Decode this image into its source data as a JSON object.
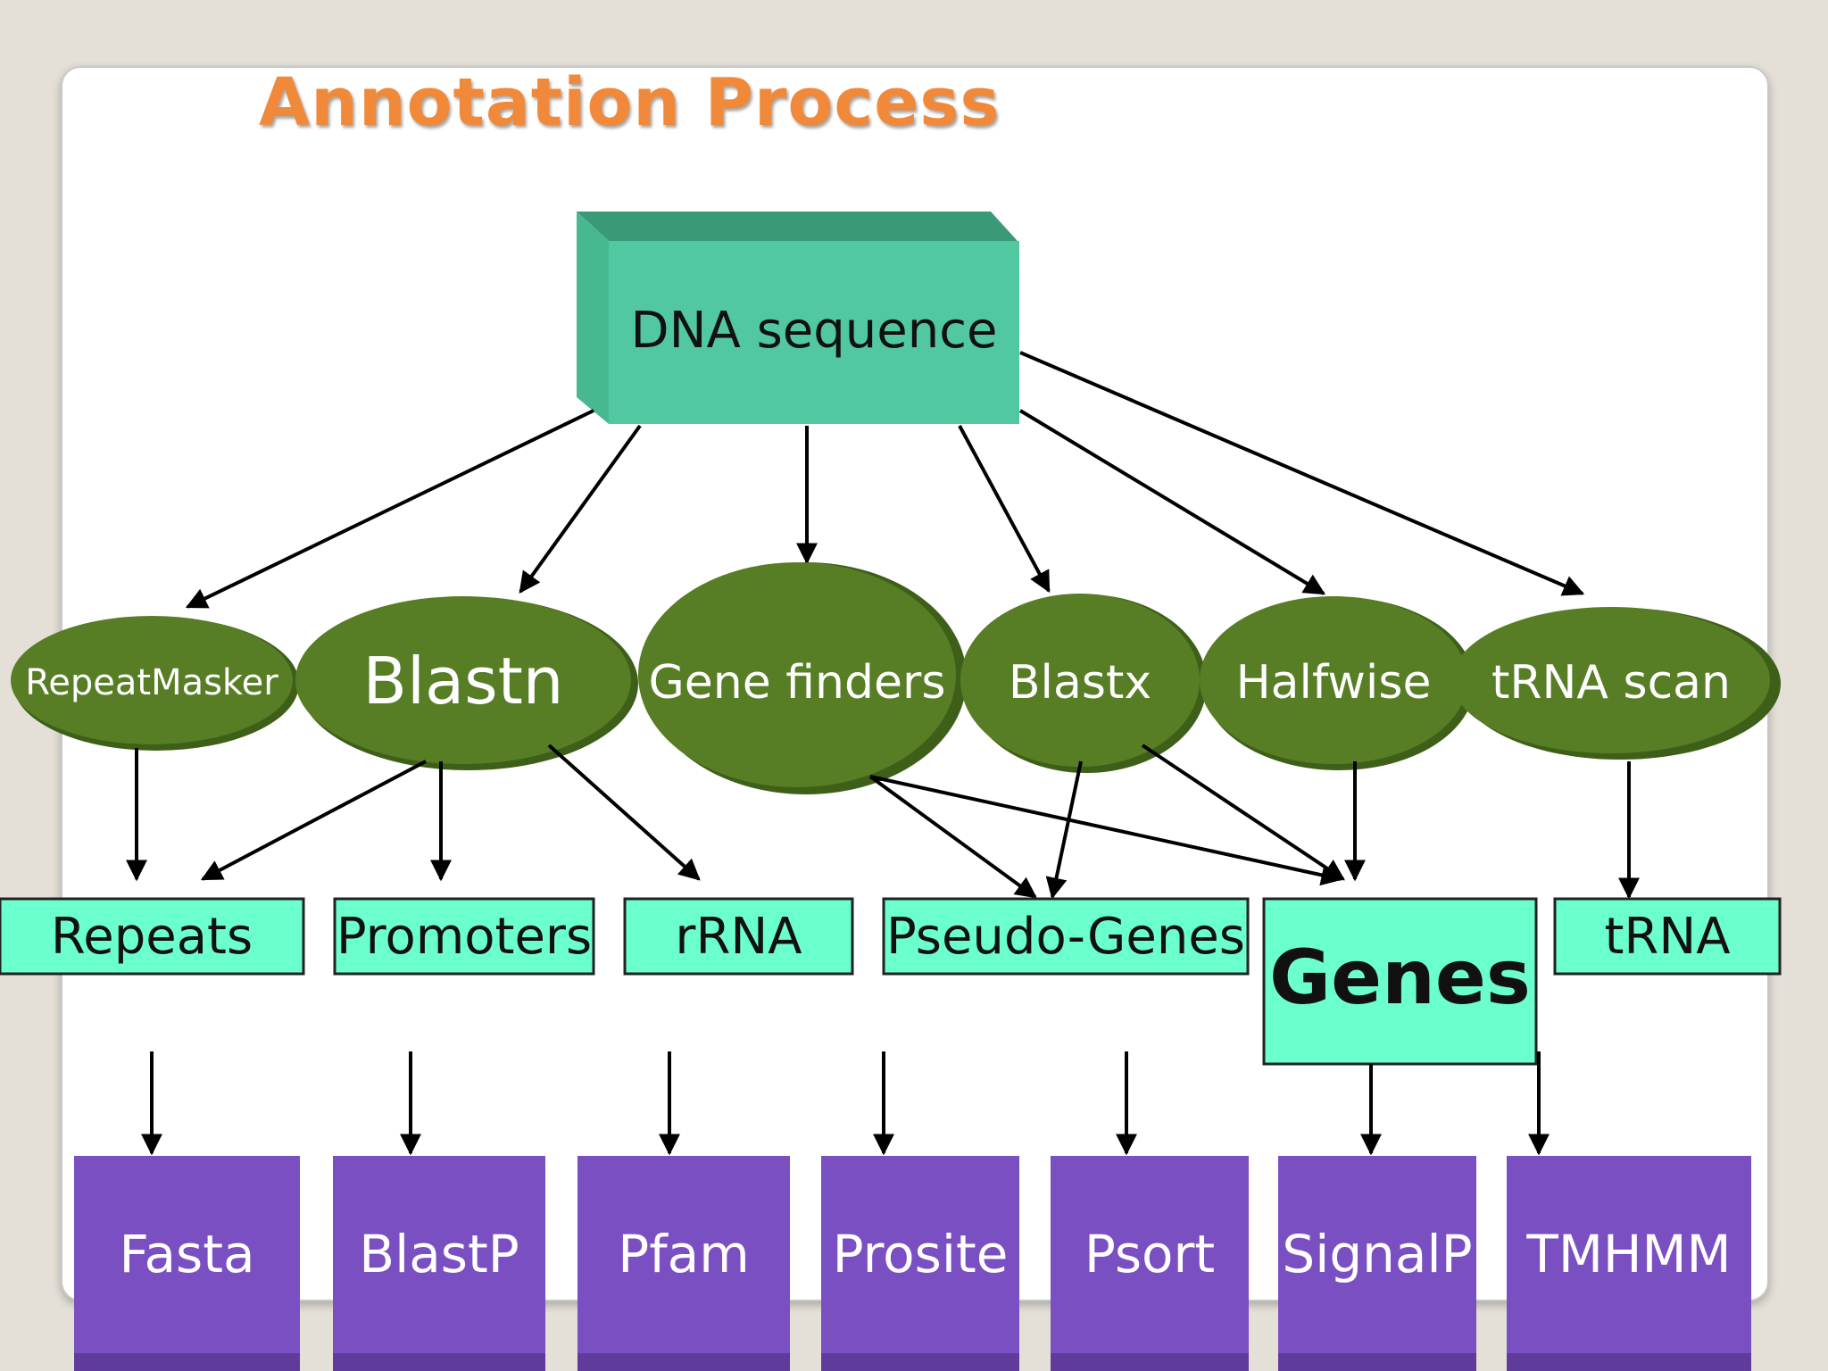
{
  "title": "Annotation Process",
  "source": {
    "label": "DNA sequence"
  },
  "methods": [
    {
      "id": "repeatmasker",
      "label": "RepeatMasker"
    },
    {
      "id": "blastn",
      "label": "Blastn"
    },
    {
      "id": "gene-finders",
      "label": "Gene finders"
    },
    {
      "id": "blastx",
      "label": "Blastx"
    },
    {
      "id": "halfwise",
      "label": "Halfwise"
    },
    {
      "id": "trna-scan",
      "label": "tRNA scan"
    }
  ],
  "features": [
    {
      "id": "repeats",
      "label": "Repeats"
    },
    {
      "id": "promoters",
      "label": "Promoters"
    },
    {
      "id": "rrna",
      "label": "rRNA"
    },
    {
      "id": "pseudo-genes",
      "label": "Pseudo-Genes"
    },
    {
      "id": "genes",
      "label": "Genes"
    },
    {
      "id": "trna",
      "label": "tRNA"
    }
  ],
  "tools": [
    {
      "id": "fasta",
      "label": "Fasta"
    },
    {
      "id": "blastp",
      "label": "BlastP"
    },
    {
      "id": "pfam",
      "label": "Pfam"
    },
    {
      "id": "prosite",
      "label": "Prosite"
    },
    {
      "id": "psort",
      "label": "Psort"
    },
    {
      "id": "signalp",
      "label": "SignalP"
    },
    {
      "id": "tmhmm",
      "label": "TMHMM"
    }
  ],
  "colors": {
    "title": "#f08a3a",
    "source_box": "#52c8a2",
    "method_ellipse": "#577d25",
    "feature_box": "#6cffce",
    "tool_box": "#7a4fc2"
  }
}
